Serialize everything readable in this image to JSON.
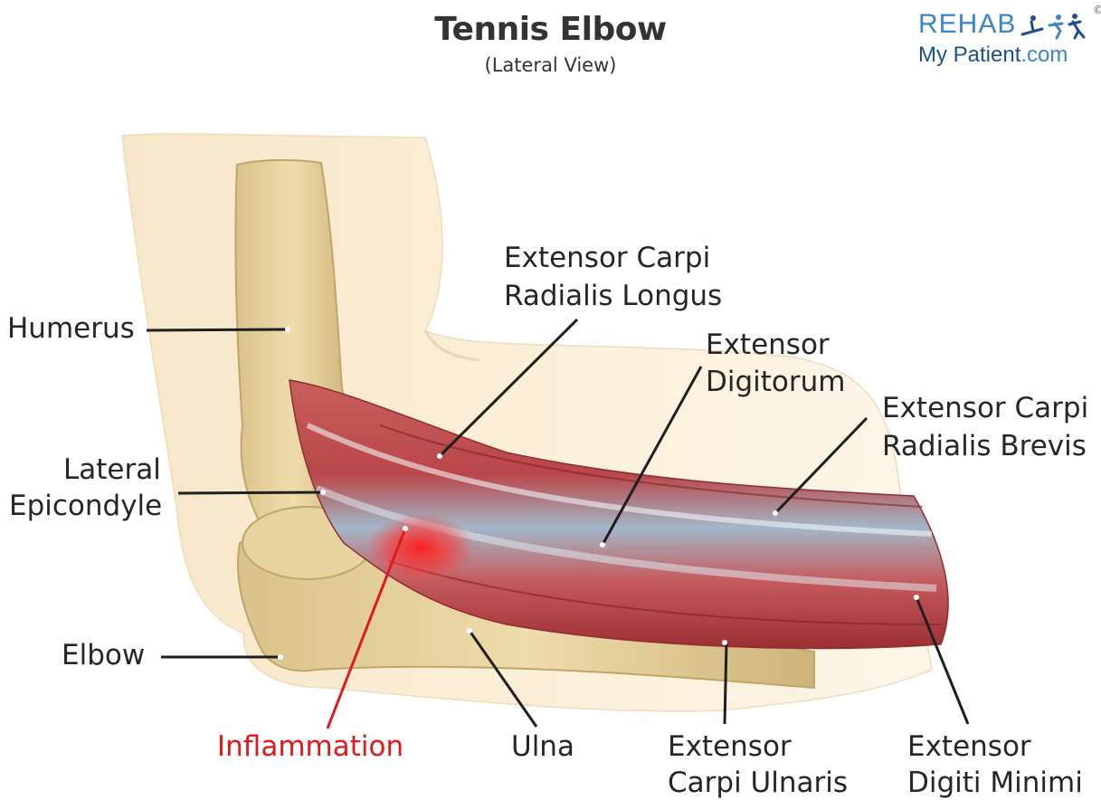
{
  "header": {
    "title": "Tennis Elbow",
    "subtitle": "(Lateral View)"
  },
  "logo": {
    "line1": "REHAB",
    "line2_main": "My Patient",
    "line2_suffix": ".com",
    "copyright": "©"
  },
  "labels": {
    "humerus": "Humerus",
    "lateral_epicondyle_1": "Lateral",
    "lateral_epicondyle_2": "Epicondyle",
    "elbow": "Elbow",
    "inflammation": "Inflammation",
    "ulna": "Ulna",
    "ecrl_1": "Extensor Carpi",
    "ecrl_2": "Radialis Longus",
    "ed_1": "Extensor",
    "ed_2": "Digitorum",
    "ecrb_1": "Extensor Carpi",
    "ecrb_2": "Radialis Brevis",
    "ecu_1": "Extensor",
    "ecu_2": "Carpi Ulnaris",
    "edm_1": "Extensor",
    "edm_2": "Digiti Minimi"
  },
  "colors": {
    "inflammation": "#e0191b",
    "leader": "#1f1f1f",
    "logo_light": "#3a86c8",
    "logo_dark": "#1d4f8f"
  }
}
